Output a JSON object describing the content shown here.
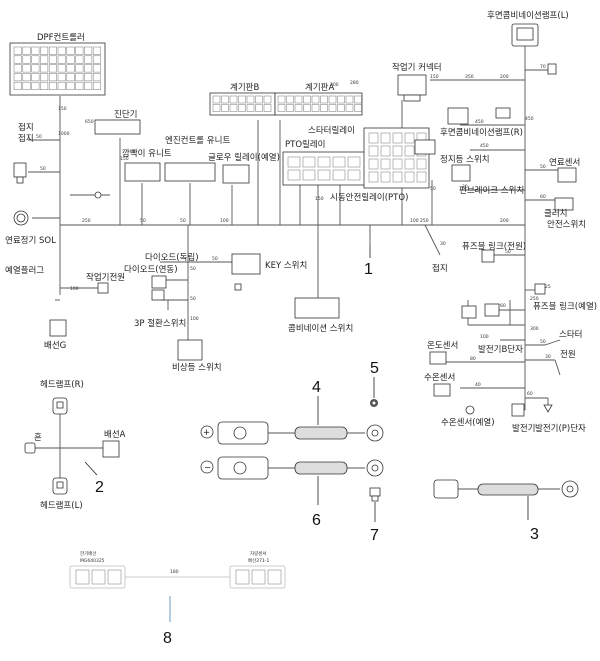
{
  "labels": {
    "dpf_controller": "DPF컨트롤러",
    "rear_combination_lamp_l": "후면콤비네이션램프(L)",
    "work_machine_connector": "작업기 커넥터",
    "dashboard_b": "계기판B",
    "dashboard_a": "계기판A",
    "diagnostic": "진단기",
    "ground_1": "접지",
    "engine_control_unit": "엔진컨트롤 유니트",
    "blinker_unit": "깜빡이 유니트",
    "glow_relay": "글로우 릴레이(예열)",
    "pto_relay": "PTO릴레이",
    "starter_relay": "스타터릴레이",
    "start_safety_relay": "시동안전릴레이(PTO)",
    "rear_combination_lamp_r": "후면콤비네이션램프(R)",
    "stop_switch": "정지등 스위치",
    "foot_brake_switch": "펀브레이크 스위치",
    "fuel_sensor": "연료센서",
    "clutch_safety_switch_1": "클러치",
    "clutch_safety_switch_2": "안전스위치",
    "fuel_cutoff_sol": "연료정기 SOL",
    "preheat_plug": "예열플러그",
    "diode_charge": "다이오드(독립)",
    "diode_link": "다이오드(연동)",
    "key_switch": "KEY 스위치",
    "work_power": "작업기전원",
    "switch_3p": "3P 절환스위치",
    "harness_g": "배선G",
    "emergency_switch": "비상등 스위치",
    "combination_switch": "콤비네이션 스위치",
    "ground_2": "접지",
    "fuse_link_power": "퓨즈블 링크(전원)",
    "fuse_link_preheat": "퓨즈블 링크(예열)",
    "temp_sensor": "온도센서",
    "alternator_b": "발전기B단자",
    "starter": "스타터",
    "power": "전원",
    "water_temp_sensor": "수온센서",
    "water_temp_sensor_preheat": "수온센서(예열)",
    "alternator": "발전기",
    "alternator_p": "발전기(P)단자",
    "head_lamp_r": "헤드램프(R)",
    "horn": "혼",
    "harness_a": "배선A",
    "head_lamp_l": "헤드램프(L)",
    "sub_connector_left": "한기배선",
    "sub_connector_left_code": "MG640325",
    "sub_connector_right": "차량센서",
    "sub_connector_right_code": "배선271-1",
    "sub_length": "180"
  },
  "callouts": [
    "1",
    "2",
    "3",
    "4",
    "5",
    "6",
    "7",
    "8"
  ],
  "wire_numbers": [
    "150",
    "350",
    "200",
    "300",
    "280",
    "1000",
    "650",
    "250",
    "50",
    "50",
    "50",
    "100",
    "100",
    "450",
    "250",
    "50",
    "200",
    "150",
    "100",
    "450",
    "150",
    "150",
    "100",
    "50",
    "50",
    "50",
    "50",
    "100",
    "50",
    "25",
    "60",
    "60",
    "100",
    "250",
    "300",
    "80",
    "40",
    "50",
    "30",
    "60",
    "30",
    "100",
    "50",
    "450",
    "70",
    "30"
  ]
}
